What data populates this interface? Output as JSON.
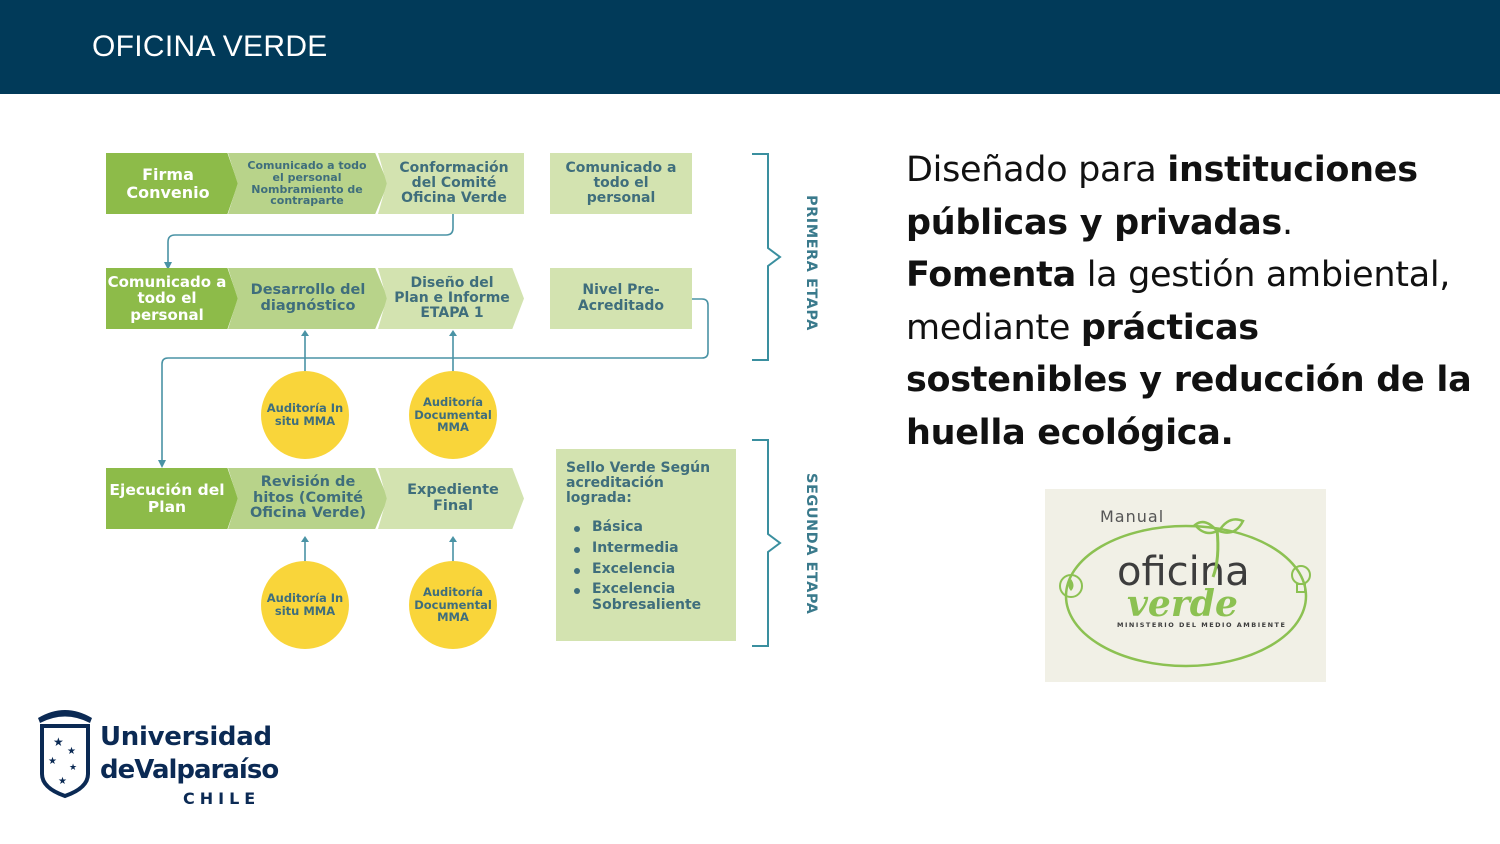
{
  "header": {
    "title": "OFICINA VERDE"
  },
  "diagram": {
    "row1": {
      "step1": "Firma Convenio",
      "step2": "Comunicado a todo el personal Nombramiento de contraparte",
      "step3": "Conformación del Comité Oficina Verde",
      "result": "Comunicado a todo el personal"
    },
    "row2": {
      "step1": "Comunicado a todo el personal",
      "step2": "Desarrollo del diagnóstico",
      "step3": "Diseño del Plan e Informe ETAPA 1",
      "result": "Nivel Pre-Acreditado"
    },
    "row3": {
      "step1": "Ejecución del Plan",
      "step2": "Revisión de hitos (Comité Oficina Verde)",
      "step3": "Expediente Final"
    },
    "audits": {
      "insitu": "Auditoría In situ MMA",
      "documental": "Auditoría Documental MMA"
    },
    "sello": {
      "title": "Sello Verde Según acreditación lograda:",
      "levels": [
        "Básica",
        "Intermedia",
        "Excelencia",
        "Excelencia Sobresaliente"
      ]
    },
    "stages": {
      "first": "PRIMERA ETAPA",
      "second": "SEGUNDA ETAPA"
    }
  },
  "description": {
    "p1_a": "Diseñado para ",
    "p1_b": "instituciones públicas y privadas",
    "p1_c": ".",
    "p2_a": "Fomenta",
    "p2_b": " la gestión ambiental, mediante ",
    "p2_c": "prácticas sostenibles y reducción de la huella ecológica."
  },
  "manual_logo": {
    "word1": "Manual",
    "word2": "oficina",
    "word3": "verde",
    "ministry": "MINISTERIO DEL MEDIO AMBIENTE"
  },
  "university": {
    "line1": "Universidad",
    "line2": "deValparaíso",
    "line3": "CHILE"
  },
  "colors": {
    "header": "#013a59",
    "green_dark": "#8dbb49",
    "green_light": "#d3e3b0",
    "yellow": "#f9d53a",
    "teal": "#3a7a8c"
  }
}
